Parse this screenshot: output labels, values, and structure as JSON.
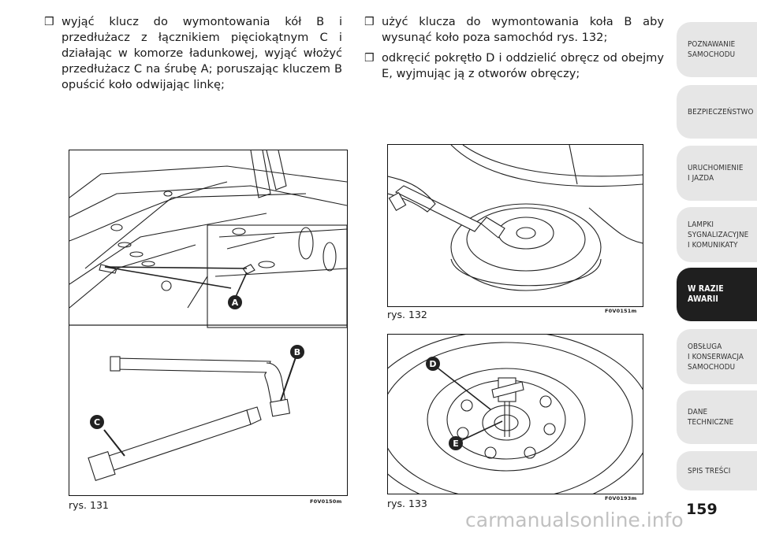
{
  "bullet_glyph": "❒",
  "left_text": "wyjąć klucz do wymontowania kół B i przedłużacz z łącznikiem pięciokątnym C i działając w komorze ładunkowej, wyjąć włożyć przedłużacz C na śrubę A; poruszając kluczem B opuścić koło odwijając linkę;",
  "right_items": [
    "użyć klucza do wymontowania koła B aby wysunąć koło poza samochód rys. 132;",
    "odkręcić pokrętło D i oddzielić obręcz od obejmy E, wyjmując ją z otworów obręczy;"
  ],
  "figures": {
    "fig131": {
      "caption": "rys. 131",
      "code": "F0V0150m",
      "labels": [
        "A",
        "B",
        "C"
      ]
    },
    "fig132": {
      "caption": "rys. 132",
      "code": "F0V0151m"
    },
    "fig133": {
      "caption": "rys. 133",
      "code": "F0V0193m",
      "labels": [
        "D",
        "E"
      ]
    }
  },
  "sidebar": [
    "POZNAWANIE\nSAMOCHODU",
    "BEZPIECZEŃSTWO",
    "URUCHOMIENIE\nI JAZDA",
    "LAMPKI\nSYGNALIZACYJNE\nI KOMUNIKATY",
    "W RAZIE AWARII",
    "OBSŁUGA\nI KONSERWACJA\nSAMOCHODU",
    "DANE\nTECHNICZNE",
    "SPIS TREŚCI"
  ],
  "active_tab": "W RAZIE AWARII",
  "page_number": "159",
  "watermark": "carmanualsonline.info"
}
